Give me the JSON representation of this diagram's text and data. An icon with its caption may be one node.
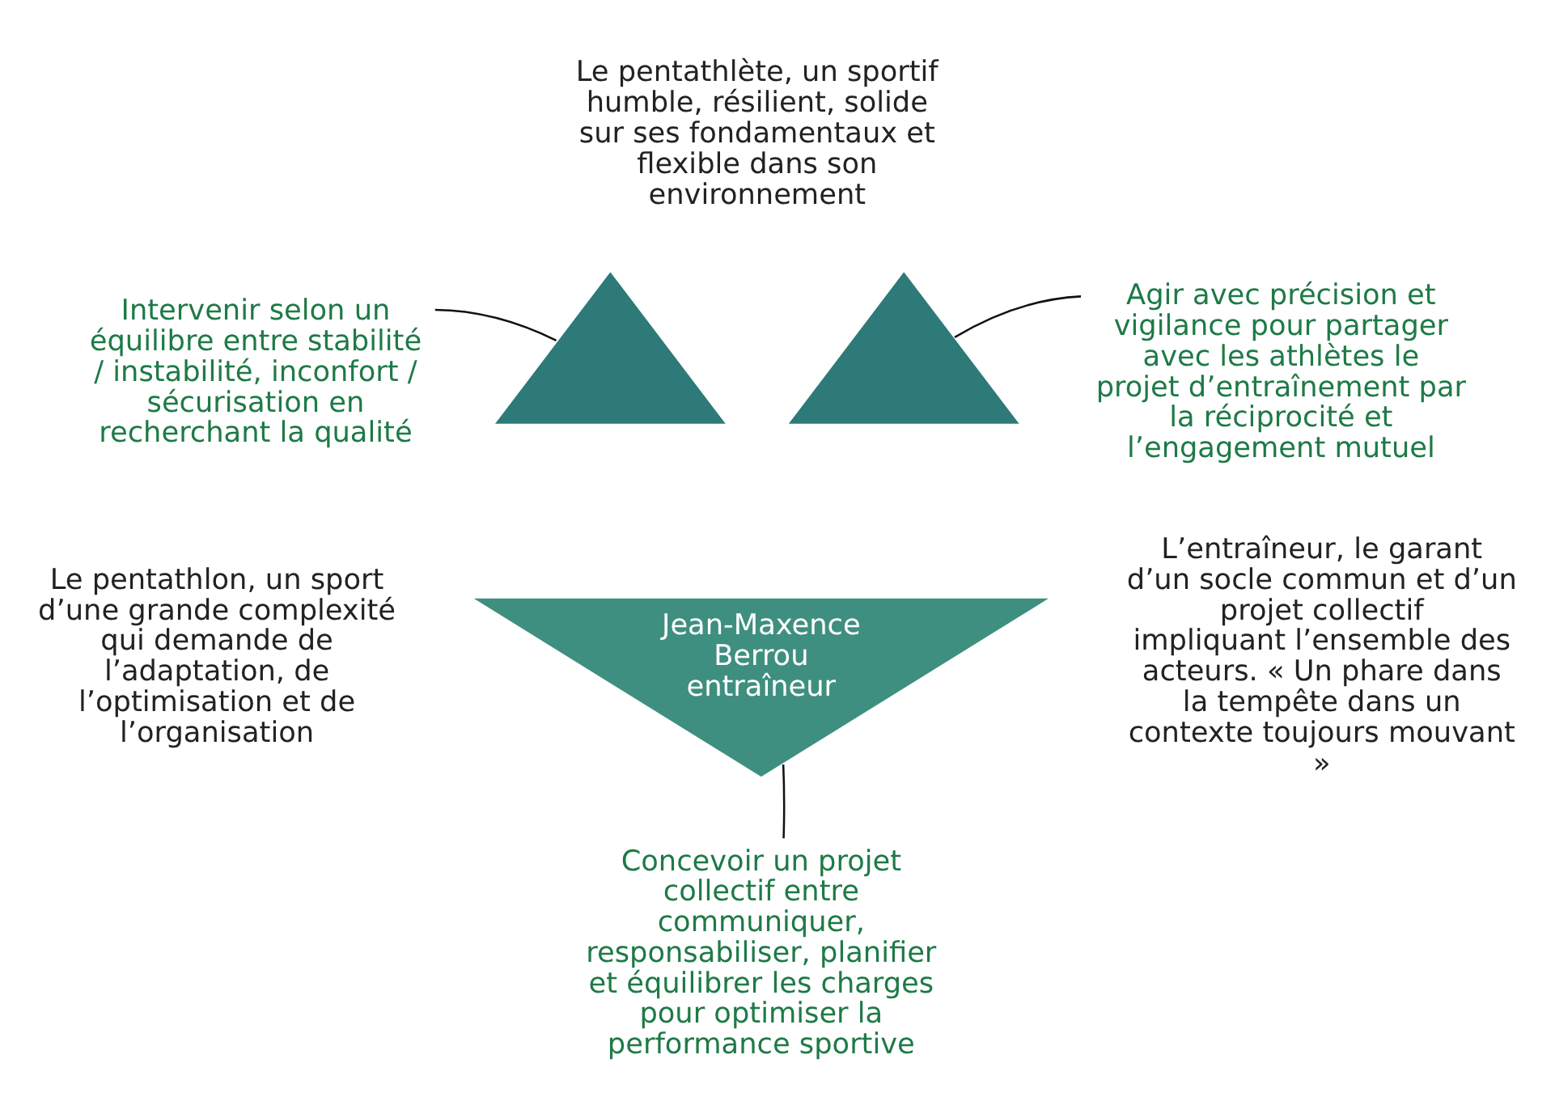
{
  "diagram": {
    "nodes": [
      {
        "text": [
          "Intervenir selon un équilibre entre stabilité / instabilité, inconfort / sécurisation en recherchant la qualité"
        ]
      },
      {
        "text": [],
        "shape": "triangle"
      },
      {
        "text": [],
        "shape": "triangle"
      },
      {
        "text": [
          "Agir avec précision et vigilance pour partager avec les athlètes le projet d’entraînement par la réciprocité et l’engagement mutuel"
        ]
      },
      {
        "text": [
          "Jean-Maxence Berrou entraîneur"
        ]
      },
      {
        "text": [
          "Concevoir un projet collectif entre communiquer, responsabiliser, planifier et équilibrer les charges pour optimiser la performance sportive"
        ]
      }
    ],
    "edges": [
      {
        "from": 0,
        "to": 1,
        "arrow": "none"
      },
      {
        "from": 3,
        "to": 2,
        "arrow": "none"
      },
      {
        "from": 5,
        "to": 4,
        "arrow": "none"
      }
    ],
    "labels": [
      "Le pentathlète, un sportif humble, résilient, solide sur ses fondamentaux et flexible dans son environnement",
      "Le pentathlon, un sport d’une grande complexité qui demande de l’adaptation, de l’optimisation et de l’organisation",
      "L’entraîneur, le garant d’un socle commun et d’un projet collectif impliquant l’ensemble des acteurs. « Un phare dans la tempête dans un contexte toujours mouvant »"
    ]
  }
}
